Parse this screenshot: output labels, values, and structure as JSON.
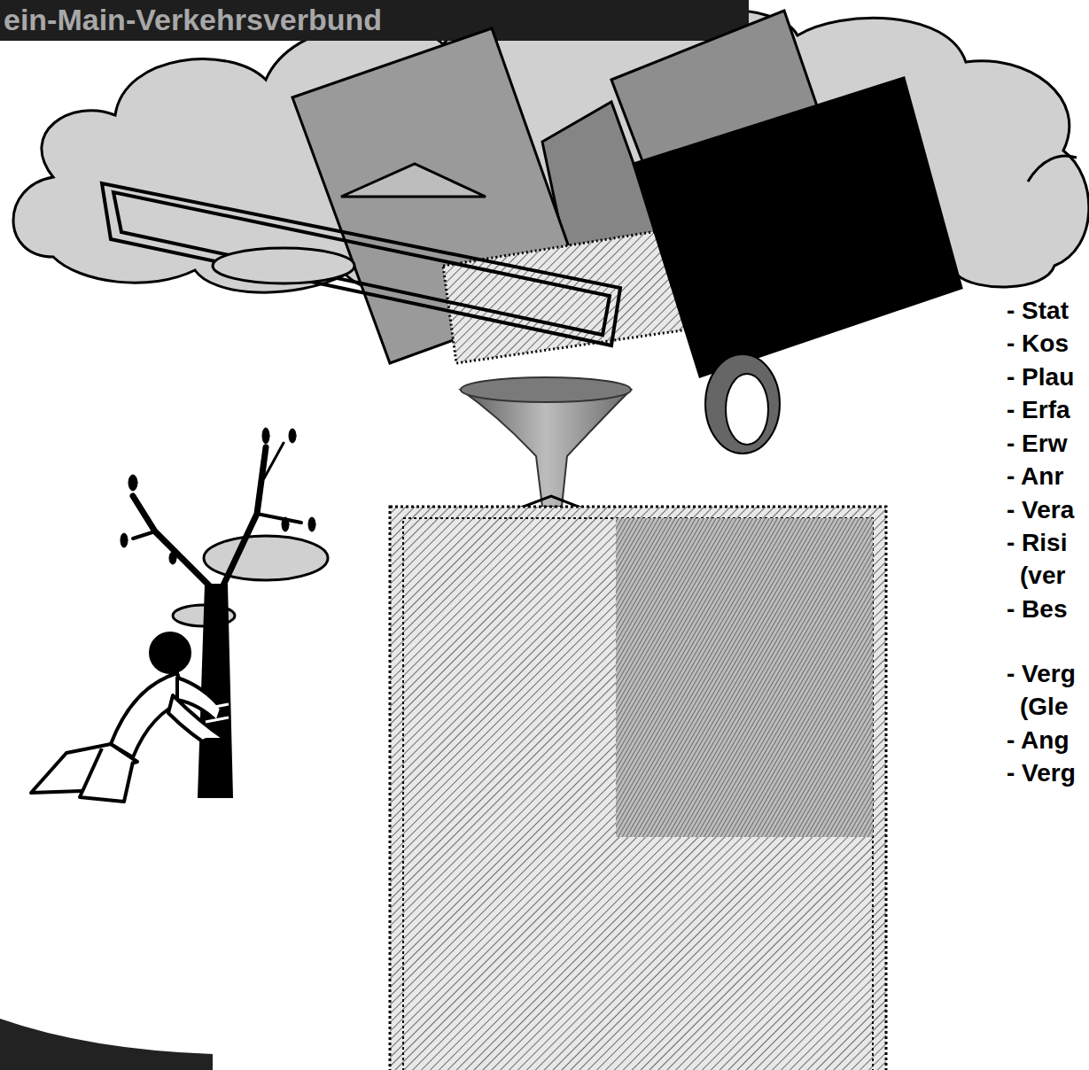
{
  "diagram": {
    "title": "ein-Main-Verkehrsverbund",
    "labels": [
      "- Stat",
      "- Kos",
      "- Plau",
      "- Erfa",
      "- Erw",
      "- Anr",
      "- Vera",
      "- Risi (ver",
      "- Bes",
      "- Verg (Gle",
      "- Ang",
      "- Verg"
    ]
  }
}
